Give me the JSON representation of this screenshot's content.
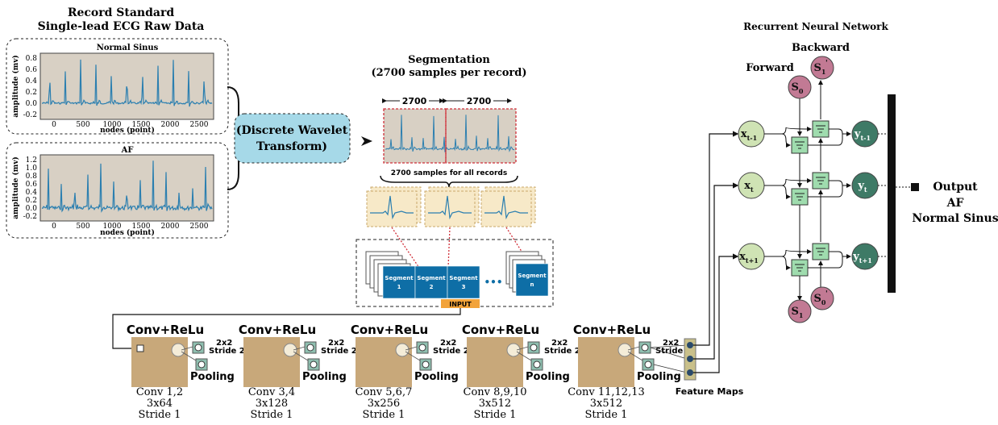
{
  "colors": {
    "ecg_line": "#2b7fb0",
    "ecg_bg": "#d8d0c4",
    "dwt_fill": "#a6d9e8",
    "segment_fill": "#0e6ea6",
    "input_tag": "#f2a33a",
    "conv_block": "#c8a87a",
    "pool_fill": "#8fbfb0",
    "feature_fill": "#c9c08a",
    "rnn_x": "#cfe3b4",
    "rnn_y": "#3e7a66",
    "rnn_s": "#c27a94",
    "rnn_cell": "#9fdcae",
    "seg_card": "#f7e9c8"
  },
  "record": {
    "title_line1": "Record Standard",
    "title_line2": "Single-lead ECG Raw Data",
    "normal": {
      "title": "Normal Sinus",
      "ylabel": "amplitude (mv)",
      "xlabel": "nodes (point)",
      "yticks": [
        "0.8",
        "0.6",
        "0.4",
        "0.2",
        "0.0",
        "-0.2"
      ],
      "xticks": [
        "0",
        "500",
        "1000",
        "1500",
        "2000",
        "2500"
      ]
    },
    "af": {
      "title": "AF",
      "ylabel": "amplitude (mv)",
      "xlabel": "nodes (point)",
      "yticks": [
        "1.2",
        "1.0",
        "0.8",
        "0.6",
        "0.4",
        "0.2",
        "0.0",
        "-0.2"
      ],
      "xticks": [
        "0",
        "500",
        "1000",
        "1500",
        "2000",
        "2500"
      ]
    }
  },
  "dwt": {
    "line1": "(Discrete Wavelet",
    "line2": "Transform)"
  },
  "segmentation": {
    "title": "Segmentation",
    "subtitle": "(2700 samples per record)",
    "left_len": "2700",
    "right_len": "2700",
    "all_records": "2700 samples for all records"
  },
  "segments": [
    "Segment 1",
    "Segment 2",
    "Segment 3",
    "Segment n"
  ],
  "ellipsis": "•••",
  "input_label": "INPUT",
  "conv_blocks": [
    {
      "header": "Conv+ReLu",
      "lines": [
        "Conv 1,2",
        "3x64",
        "Stride 1"
      ]
    },
    {
      "header": "Conv+ReLu",
      "lines": [
        "Conv 3,4",
        "3x128",
        "Stride 1"
      ]
    },
    {
      "header": "Conv+ReLu",
      "lines": [
        "Conv 5,6,7",
        "3x256",
        "Stride 1"
      ]
    },
    {
      "header": "Conv+ReLu",
      "lines": [
        "Conv 8,9,10",
        "3x512",
        "Stride 1"
      ]
    },
    {
      "header": "Conv+ReLu",
      "lines": [
        "Conv 11,12,13",
        "3x512",
        "Stride 1"
      ]
    }
  ],
  "pool": {
    "stride_line1": "2x2",
    "stride_line2": "Stride 2",
    "label": "Pooling"
  },
  "feature_maps": "Feature Maps",
  "rnn": {
    "title": "Recurrent Neural Network",
    "backward": "Backward",
    "forward": "Forward",
    "s_top": "S",
    "s_top_sup": "'",
    "s_top_sub": "1",
    "s0": "S",
    "s0_sub": "0",
    "s0p": "S",
    "s0p_sup": "'",
    "s0p_sub": "0",
    "s1": "S",
    "s1_sub": "1",
    "x_rows": [
      {
        "base": "x",
        "sub": "t-1"
      },
      {
        "base": "x",
        "sub": "t"
      },
      {
        "base": "x",
        "sub": "t+1"
      }
    ],
    "y_rows": [
      {
        "base": "y",
        "sub": "t-1"
      },
      {
        "base": "y",
        "sub": "t"
      },
      {
        "base": "y",
        "sub": "t+1"
      }
    ]
  },
  "output": {
    "label": "Output",
    "class1": "AF",
    "class2": "Normal Sinus"
  }
}
